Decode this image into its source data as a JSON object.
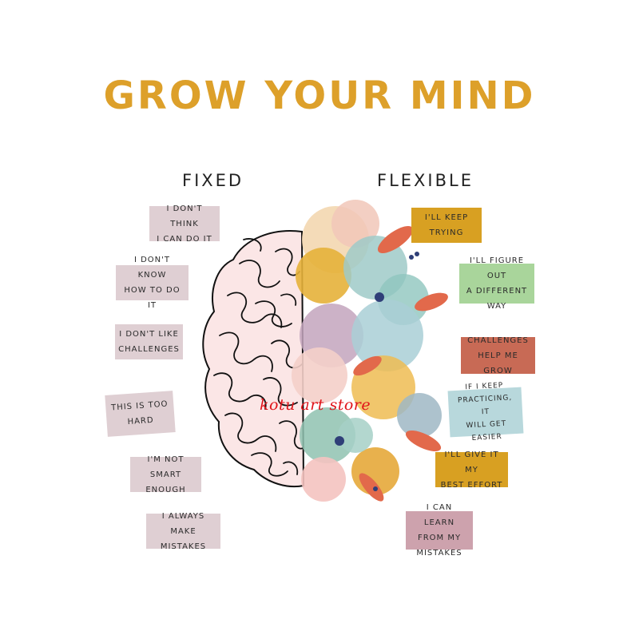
{
  "title": "GROW YOUR MIND",
  "fixed_heading": "FIXED",
  "flexible_heading": "FLEXIBLE",
  "fixed_statements": [
    "I DON'T THINK\nI CAN DO IT",
    "I DON'T KNOW\nHOW TO DO IT",
    "I DON'T LIKE\nCHALLENGES",
    "THIS IS TOO\nHARD",
    "I'M NOT SMART\nENOUGH",
    "I ALWAYS MAKE\nMISTAKES"
  ],
  "flexible_statements": [
    "I'LL KEEP\nTRYING",
    "I'LL FIGURE OUT\nA DIFFERENT\nWAY",
    "CHALLENGES\nHELP ME GROW",
    "IF I KEEP\nPRACTICING, IT\nWILL GET EASIER",
    "I'LL GIVE IT MY\nBEST EFFORT",
    "I CAN LEARN\nFROM MY\nMISTAKES"
  ],
  "watermark": "kotu art store",
  "colors": {
    "title": "#dda02a",
    "fixed_note": "#dfcfd3",
    "flexible_notes": [
      "#d8a022",
      "#a9d59b",
      "#c86a55",
      "#b8d8dc",
      "#d8a022",
      "#cda2ad"
    ]
  }
}
